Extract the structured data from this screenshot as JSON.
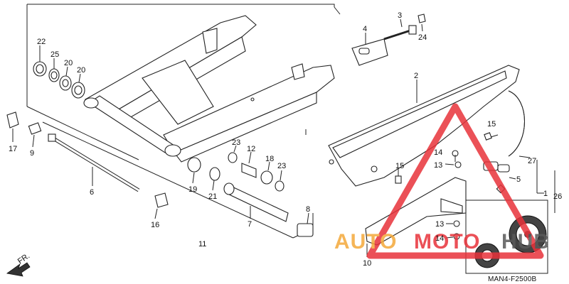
{
  "diagram": {
    "code": "MAN4-F2500B",
    "front_label": "FR.",
    "callouts": [
      "22",
      "25",
      "20",
      "20",
      "17",
      "9",
      "6",
      "16",
      "19",
      "21",
      "23",
      "12",
      "18",
      "23",
      "7",
      "8",
      "11",
      "4",
      "3",
      "24",
      "2",
      "15",
      "14",
      "13",
      "15",
      "5",
      "27",
      "1",
      "26",
      "13",
      "14",
      "10"
    ]
  },
  "watermark": {
    "brand_parts": [
      "AUTO",
      "MOTO",
      "HUB"
    ],
    "colors": {
      "orange": "#f4a93a",
      "red": "#e8323a",
      "gray": "#5a5a5a"
    }
  }
}
